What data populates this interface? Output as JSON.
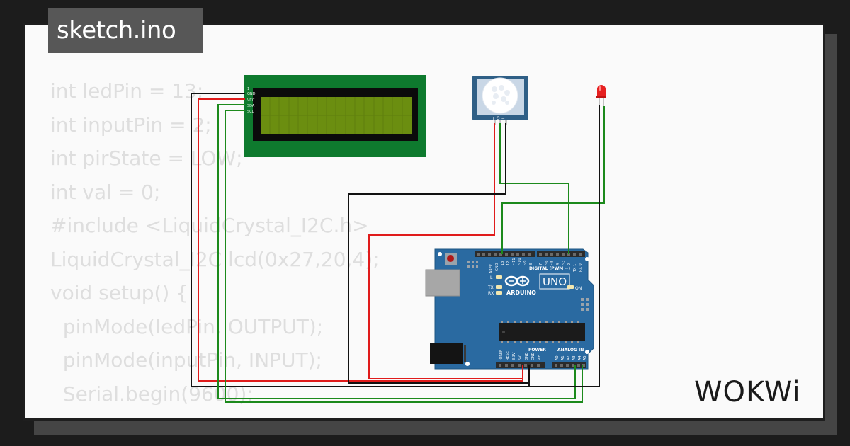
{
  "title": "sketch.ino",
  "code_lines": [
    "int ledPin = 13;",
    "int inputPin = 2;",
    "int pirState = LOW;",
    "int val = 0;",
    "#include <LiquidCrystal_I2C.h>",
    "LiquidCrystal_I2C lcd(0x27,20,4);",
    "",
    "void setup() {",
    "  pinMode(ledPin, OUTPUT);",
    "  pinMode(inputPin, INPUT);",
    "  Serial.begin(9600);"
  ],
  "lcd_pins": [
    "1",
    "GND",
    "VCC",
    "SDA",
    "SCL"
  ],
  "pir_pins": "+  O  −",
  "arduino": {
    "brand": "ARDUINO",
    "model": "UNO",
    "on_label": "ON",
    "digital_label": "DIGITAL (PWM ~)",
    "power_label": "POWER",
    "analog_label": "ANALOG IN",
    "aref": "AREF",
    "gnd": "GND",
    "pin_13": "13",
    "pin_12": "12",
    "pin_11": "~11",
    "pin_10": "~10",
    "pin_9": "~9",
    "pin_8": "8",
    "pin_7": "7",
    "pin_6": "~6",
    "pin_5": "~5",
    "pin_4": "4",
    "pin_3": "~3",
    "pin_2": "2",
    "pin_1": "TX 1",
    "pin_0": "RX 0",
    "l_label": "L",
    "tx_label": "TX",
    "rx_label": "RX",
    "power_pins": [
      "IOREF",
      "RESET",
      "3.3V",
      "5V",
      "GND",
      "GND",
      "Vin"
    ],
    "analog_pins": [
      "A0",
      "A1",
      "A2",
      "A3",
      "A4",
      "A5"
    ]
  },
  "logo": "WOKWi",
  "colors": {
    "wire_black": "#111111",
    "wire_red": "#e01b1b",
    "wire_green": "#1c8a1c",
    "board_blue": "#2a6aa1",
    "lcd_pcb": "#0e7a2e",
    "lcd_screen": "#6b8e10"
  }
}
